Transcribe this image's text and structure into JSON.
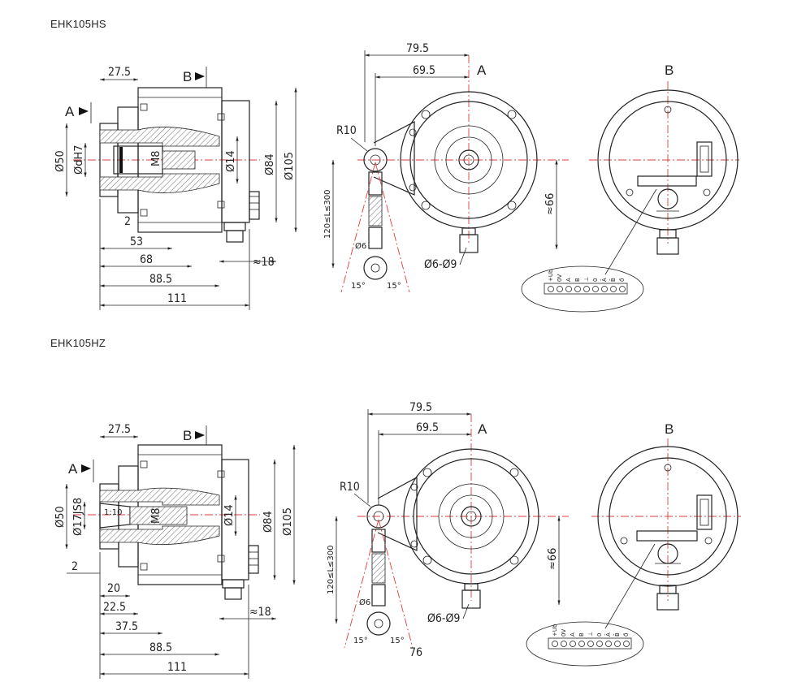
{
  "models": [
    {
      "title": "EHK105HS",
      "side": {
        "dims": [
          "27.5",
          "2",
          "53",
          "68",
          "88.5",
          "111",
          "≈18"
        ],
        "diam": [
          "Ø50",
          "ØdH7",
          "M8",
          "Ø14",
          "Ø84",
          "Ø105"
        ],
        "view_a": "A",
        "view_b": "B"
      },
      "front": {
        "dims": [
          "79.5",
          "69.5"
        ],
        "r": "R10",
        "len": "120≤L≤300",
        "d6": "Ø6",
        "ang": [
          "15°",
          "15°"
        ],
        "h66": "≈66",
        "cable": "Ø6-Ø9",
        "label": "A"
      },
      "back": {
        "label": "B",
        "terminals": [
          "+Ub",
          "0V",
          "A",
          "B",
          "⊥",
          "0",
          "Ā",
          "B̄",
          "0̄"
        ]
      }
    },
    {
      "title": "EHK105HZ",
      "side": {
        "dims": [
          "27.5",
          "2",
          "20",
          "22.5",
          "37.5",
          "88.5",
          "111",
          "≈18"
        ],
        "diam": [
          "Ø50",
          "Ø17JS8",
          "1:10",
          "M8",
          "Ø14",
          "Ø84",
          "Ø105"
        ],
        "view_a": "A",
        "view_b": "B"
      },
      "front": {
        "dims": [
          "79.5",
          "69.5"
        ],
        "r": "R10",
        "len": "120≤L≤300",
        "d6": "Ø6",
        "ang": [
          "15°",
          "15°"
        ],
        "extra": "76",
        "h66": "≈66",
        "cable": "Ø6-Ø9",
        "label": "A"
      },
      "back": {
        "label": "B",
        "terminals": [
          "+Ub",
          "0V",
          "A",
          "B",
          "⊥",
          "0",
          "Ā",
          "B̄",
          "0̄"
        ]
      }
    }
  ]
}
